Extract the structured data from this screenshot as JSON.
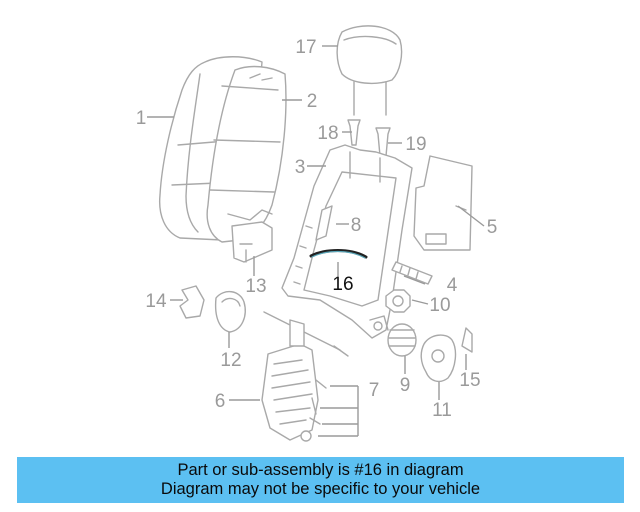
{
  "callouts": {
    "c1": "1",
    "c2": "2",
    "c3": "3",
    "c4": "4",
    "c5": "5",
    "c6": "6",
    "c7": "7",
    "c8": "8",
    "c9": "9",
    "c10": "10",
    "c11": "11",
    "c12": "12",
    "c13": "13",
    "c14": "14",
    "c15": "15",
    "c16": "16",
    "c17": "17",
    "c18": "18",
    "c19": "19"
  },
  "highlighted_part": "16",
  "colors": {
    "banner": "#5cc0f2",
    "part_line": "#a9a9a9",
    "highlight": "#222222"
  },
  "banner": {
    "line1": "Part or sub-assembly is #16 in diagram",
    "line2": "Diagram may not be specific to your vehicle"
  }
}
